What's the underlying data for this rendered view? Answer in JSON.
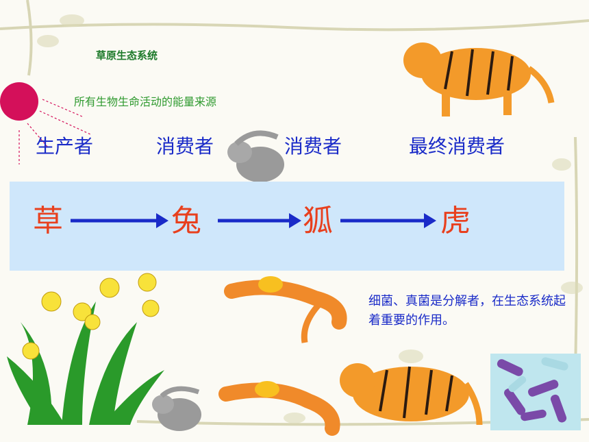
{
  "slide": {
    "title": "草原生态系统",
    "energy_note": "所有生物生命活动的能量来源",
    "roles": [
      "生产者",
      "消费者",
      "消费者",
      "最终消费者"
    ],
    "chain": [
      "草",
      "兔",
      "狐",
      "虎"
    ],
    "decomposer_note": "细菌、真菌是分解者，在生态系统起着重要的作用。"
  },
  "colors": {
    "band": "#cfe7fb",
    "arrow": "#1a2bc8",
    "chain_text": "#e8401e",
    "role_text": "#1a2bc8",
    "sun": "#d4105a"
  }
}
